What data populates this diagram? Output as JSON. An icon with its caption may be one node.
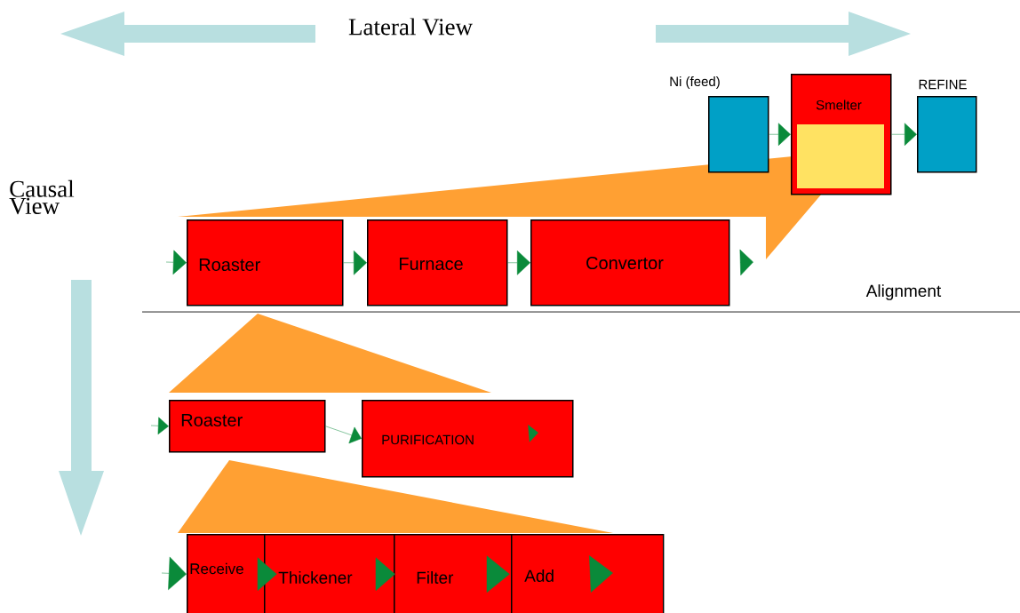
{
  "diagram": {
    "nodes": [
      {
        "text": [
          "Ni (feed)"
        ]
      },
      {
        "text": [
          "Smelter"
        ]
      },
      {
        "text": [
          "REFINE"
        ]
      },
      {
        "text": [
          "Roaster"
        ]
      },
      {
        "text": [
          "Furnace"
        ]
      },
      {
        "text": [
          "Convertor"
        ]
      },
      {
        "text": [
          "Roaster"
        ]
      },
      {
        "text": [
          "PURIFICATION"
        ]
      },
      {
        "text": [
          "Receive"
        ]
      },
      {
        "text": [
          "Thickener"
        ]
      },
      {
        "text": [
          "Filter"
        ]
      },
      {
        "text": [
          "Add"
        ]
      }
    ],
    "edges": [
      {
        "from": null,
        "to": 3,
        "arrow": "to"
      },
      {
        "from": 3,
        "to": 4,
        "arrow": "to"
      },
      {
        "from": 4,
        "to": 5,
        "arrow": "to"
      },
      {
        "from": 5,
        "to": null,
        "arrow": "to"
      },
      {
        "from": 0,
        "to": 1,
        "arrow": "to"
      },
      {
        "from": 1,
        "to": 2,
        "arrow": "to"
      },
      {
        "from": null,
        "to": 6,
        "arrow": "to"
      },
      {
        "from": 6,
        "to": 7,
        "arrow": "to"
      },
      {
        "from": 7,
        "to": null,
        "arrow": "to"
      },
      {
        "from": null,
        "to": 8,
        "arrow": "to"
      },
      {
        "from": 8,
        "to": 9,
        "arrow": "to"
      },
      {
        "from": 9,
        "to": 10,
        "arrow": "to"
      },
      {
        "from": 10,
        "to": 11,
        "arrow": "to"
      },
      {
        "from": 11,
        "to": null,
        "arrow": "to"
      }
    ],
    "labels": [
      "Lateral View",
      "Causal View",
      "Alignment"
    ]
  }
}
